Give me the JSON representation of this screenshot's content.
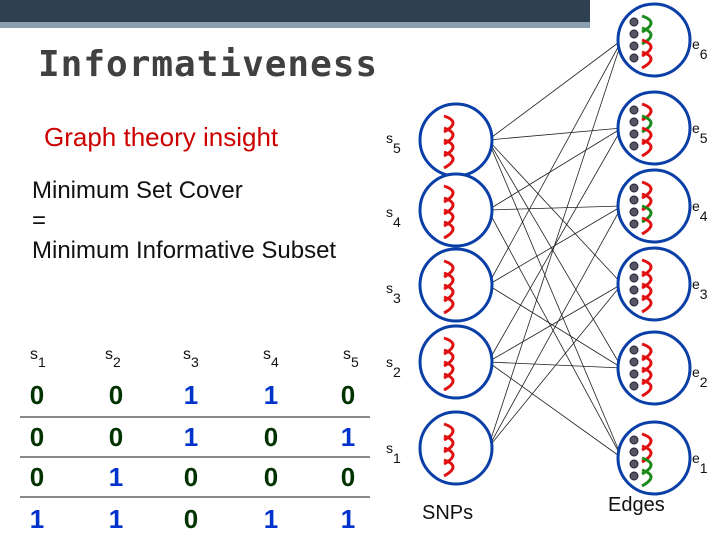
{
  "title": "Informativeness",
  "subtitle": "Graph theory insight",
  "statement": [
    "Minimum Set Cover",
    "=",
    "Minimum Informative Subset"
  ],
  "matrix": {
    "headers": [
      "s1",
      "s2",
      "s3",
      "s4",
      "s5"
    ],
    "header_letter": "s",
    "header_index": [
      "1",
      "2",
      "3",
      "4",
      "5"
    ],
    "rows": [
      [
        "0",
        "0",
        "1",
        "1",
        "0"
      ],
      [
        "0",
        "0",
        "1",
        "0",
        "1"
      ],
      [
        "0",
        "1",
        "0",
        "0",
        "0"
      ],
      [
        "1",
        "1",
        "0",
        "1",
        "1"
      ]
    ]
  },
  "graph": {
    "snp_letter": "s",
    "snp_index": [
      "5",
      "4",
      "3",
      "2",
      "1"
    ],
    "edge_letter": "e",
    "edge_index": [
      "6",
      "5",
      "4",
      "3",
      "2",
      "1"
    ],
    "snps_label": "SNPs",
    "edges_label": "Edges"
  },
  "colors": {
    "header_bar": "#2f4150",
    "node_fill": "#2266cc",
    "node_stroke": "#0a3fa8",
    "arc_red": "#e01010",
    "arc_green": "#1a8a1a",
    "dot": "#555566"
  }
}
